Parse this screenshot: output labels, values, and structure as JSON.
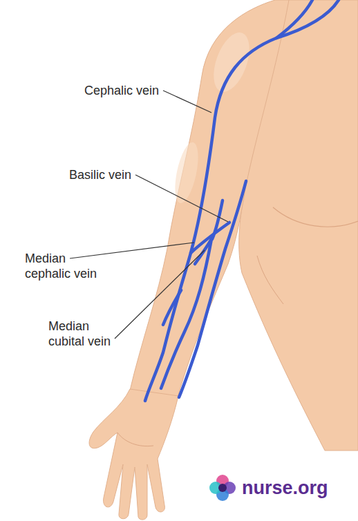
{
  "diagram": {
    "labels": [
      "Cephalic vein",
      "Basilic vein",
      "Median cephalic vein",
      "Median cubital vein",
      "nurse.org"
    ]
  }
}
